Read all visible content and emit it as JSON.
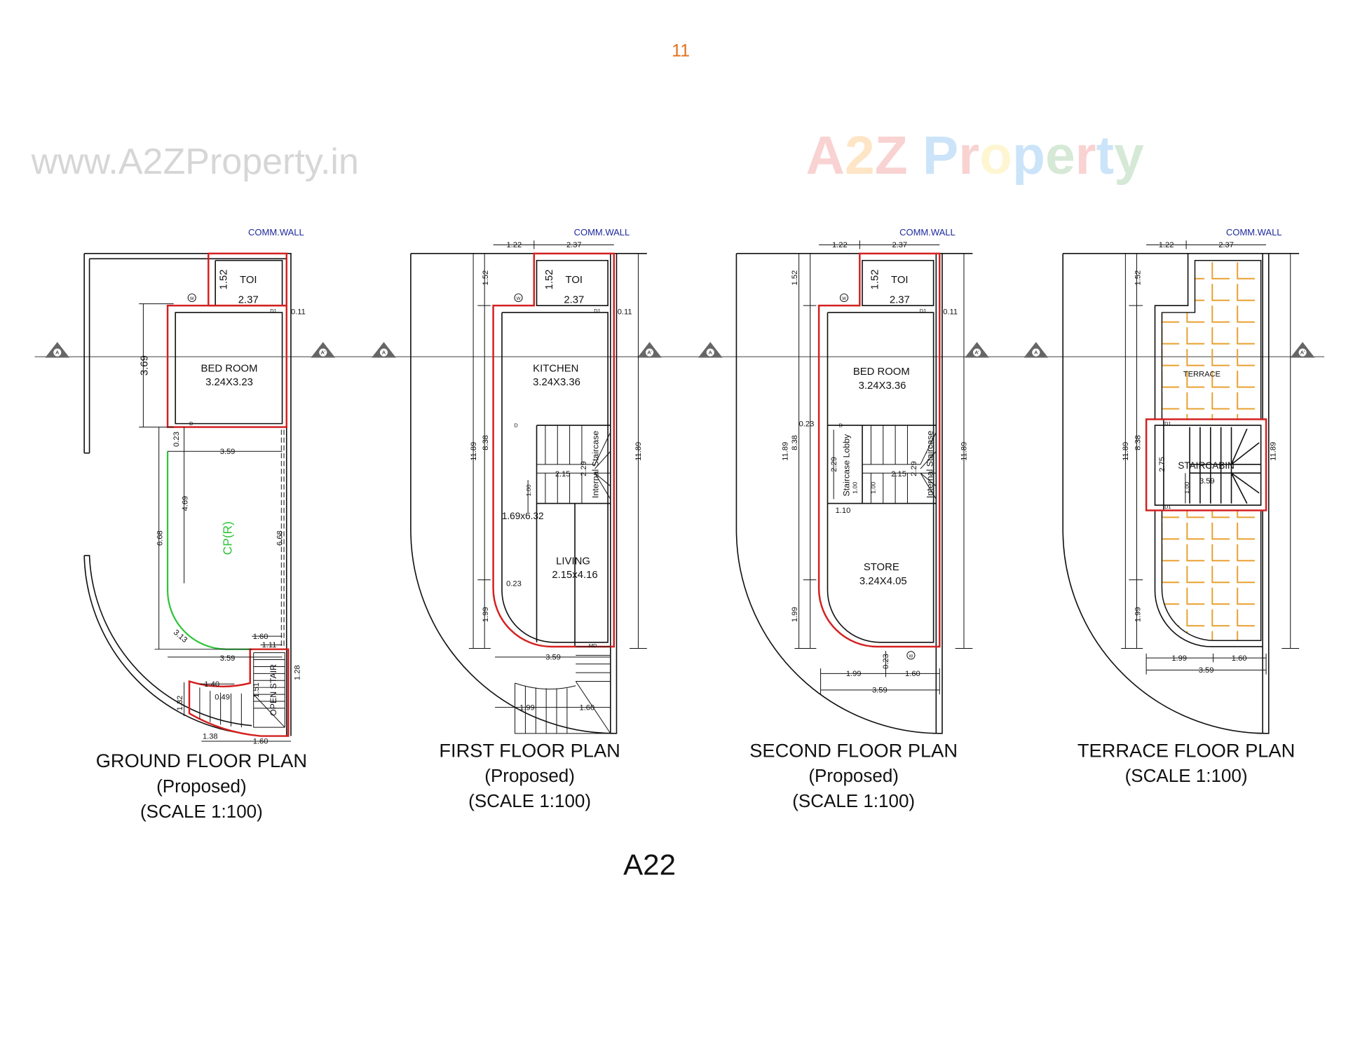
{
  "page_number": "11",
  "sheet_label": "A22",
  "colors": {
    "page_number": "#e0701e",
    "wall_outline": "#d42020",
    "parking": "#2fc43a",
    "comm_wall": "#1e2a9c",
    "terrace_tiles": "#e8a030"
  },
  "watermarks": {
    "url": "www.A2ZProperty.in",
    "brand": [
      "A",
      "2",
      "Z",
      " ",
      "P",
      "r",
      "o",
      "p",
      "e",
      "r",
      "t",
      "y"
    ]
  },
  "section_marker": {
    "left": "A",
    "right": "A'"
  },
  "plans": [
    {
      "title": "GROUND FLOOR PLAN",
      "status": "(Proposed)",
      "scale": "(SCALE 1:100)",
      "comm_wall": "COMM.WALL",
      "rooms": {
        "toilet": "TOI",
        "bedroom": "BED ROOM",
        "bedroom_size": "3.24X3.23",
        "parking": "CP(R)",
        "stair": "OPEN STAIR"
      },
      "tags": {
        "window": "W",
        "door1": "D1",
        "door": "D"
      },
      "dims": [
        "1.52",
        "2.37",
        "0.11",
        "3.69",
        "0.23",
        "3.59",
        "4.69",
        "6.68",
        "6.68",
        "3.13",
        "1.60",
        "1.11",
        "3.59",
        "1.28",
        "1.40",
        "0.49",
        "1.32",
        "1.51",
        "1.38",
        "1.60"
      ]
    },
    {
      "title": "FIRST FLOOR PLAN",
      "status": "(Proposed)",
      "scale": "(SCALE 1:100)",
      "comm_wall": "COMM.WALL",
      "rooms": {
        "toilet": "TOI",
        "kitchen": "KITCHEN",
        "kitchen_size": "3.24X3.36",
        "stair": "Internal Staircase",
        "lobby_size": "1.69x6.32",
        "living": "LIVING",
        "living_size": "2.15x4.16"
      },
      "tags": {
        "window": "W",
        "door1": "D1",
        "door": "D",
        "main_door": "MD"
      },
      "dims": [
        "1.22",
        "2.37",
        "1.52",
        "2.37",
        "0.11",
        "11.89",
        "1.52",
        "8.38",
        "1.99",
        "11.89",
        "1.00",
        "2.15",
        "2.29",
        "0.23",
        "3.59",
        "1.99",
        "1.60"
      ]
    },
    {
      "title": "SECOND FLOOR PLAN",
      "status": "(Proposed)",
      "scale": "(SCALE 1:100)",
      "comm_wall": "COMM.WALL",
      "rooms": {
        "toilet": "TOI",
        "bedroom": "BED ROOM",
        "bedroom_size": "3.24X3.36",
        "lobby": "Staircase Lobby",
        "stair": "Internal Staircase",
        "store": "STORE",
        "store_size": "3.24X4.05"
      },
      "tags": {
        "window": "W",
        "window2": "W",
        "door1": "D1",
        "door": "D"
      },
      "dims": [
        "1.22",
        "2.37",
        "1.52",
        "2.37",
        "0.11",
        "11.89",
        "1.52",
        "8.38",
        "1.99",
        "11.89",
        "0.23",
        "2.29",
        "1.00",
        "1.10",
        "1.00",
        "2.15",
        "2.29",
        "0.23",
        "1.99",
        "1.60",
        "3.59"
      ]
    },
    {
      "title": "TERRACE FLOOR PLAN",
      "scale": "(SCALE 1:100)",
      "comm_wall": "COMM.WALL",
      "rooms": {
        "terrace": "TERRACE",
        "staircabin": "STAIRCABIN"
      },
      "tags": {
        "door1_top": "D1",
        "door1_bottom": "D1"
      },
      "dims": [
        "1.22",
        "2.37",
        "1.52",
        "11.89",
        "8.38",
        "1.99",
        "11.89",
        "2.75",
        "1.00",
        "3.59",
        "1.99",
        "1.60",
        "3.59"
      ]
    }
  ]
}
